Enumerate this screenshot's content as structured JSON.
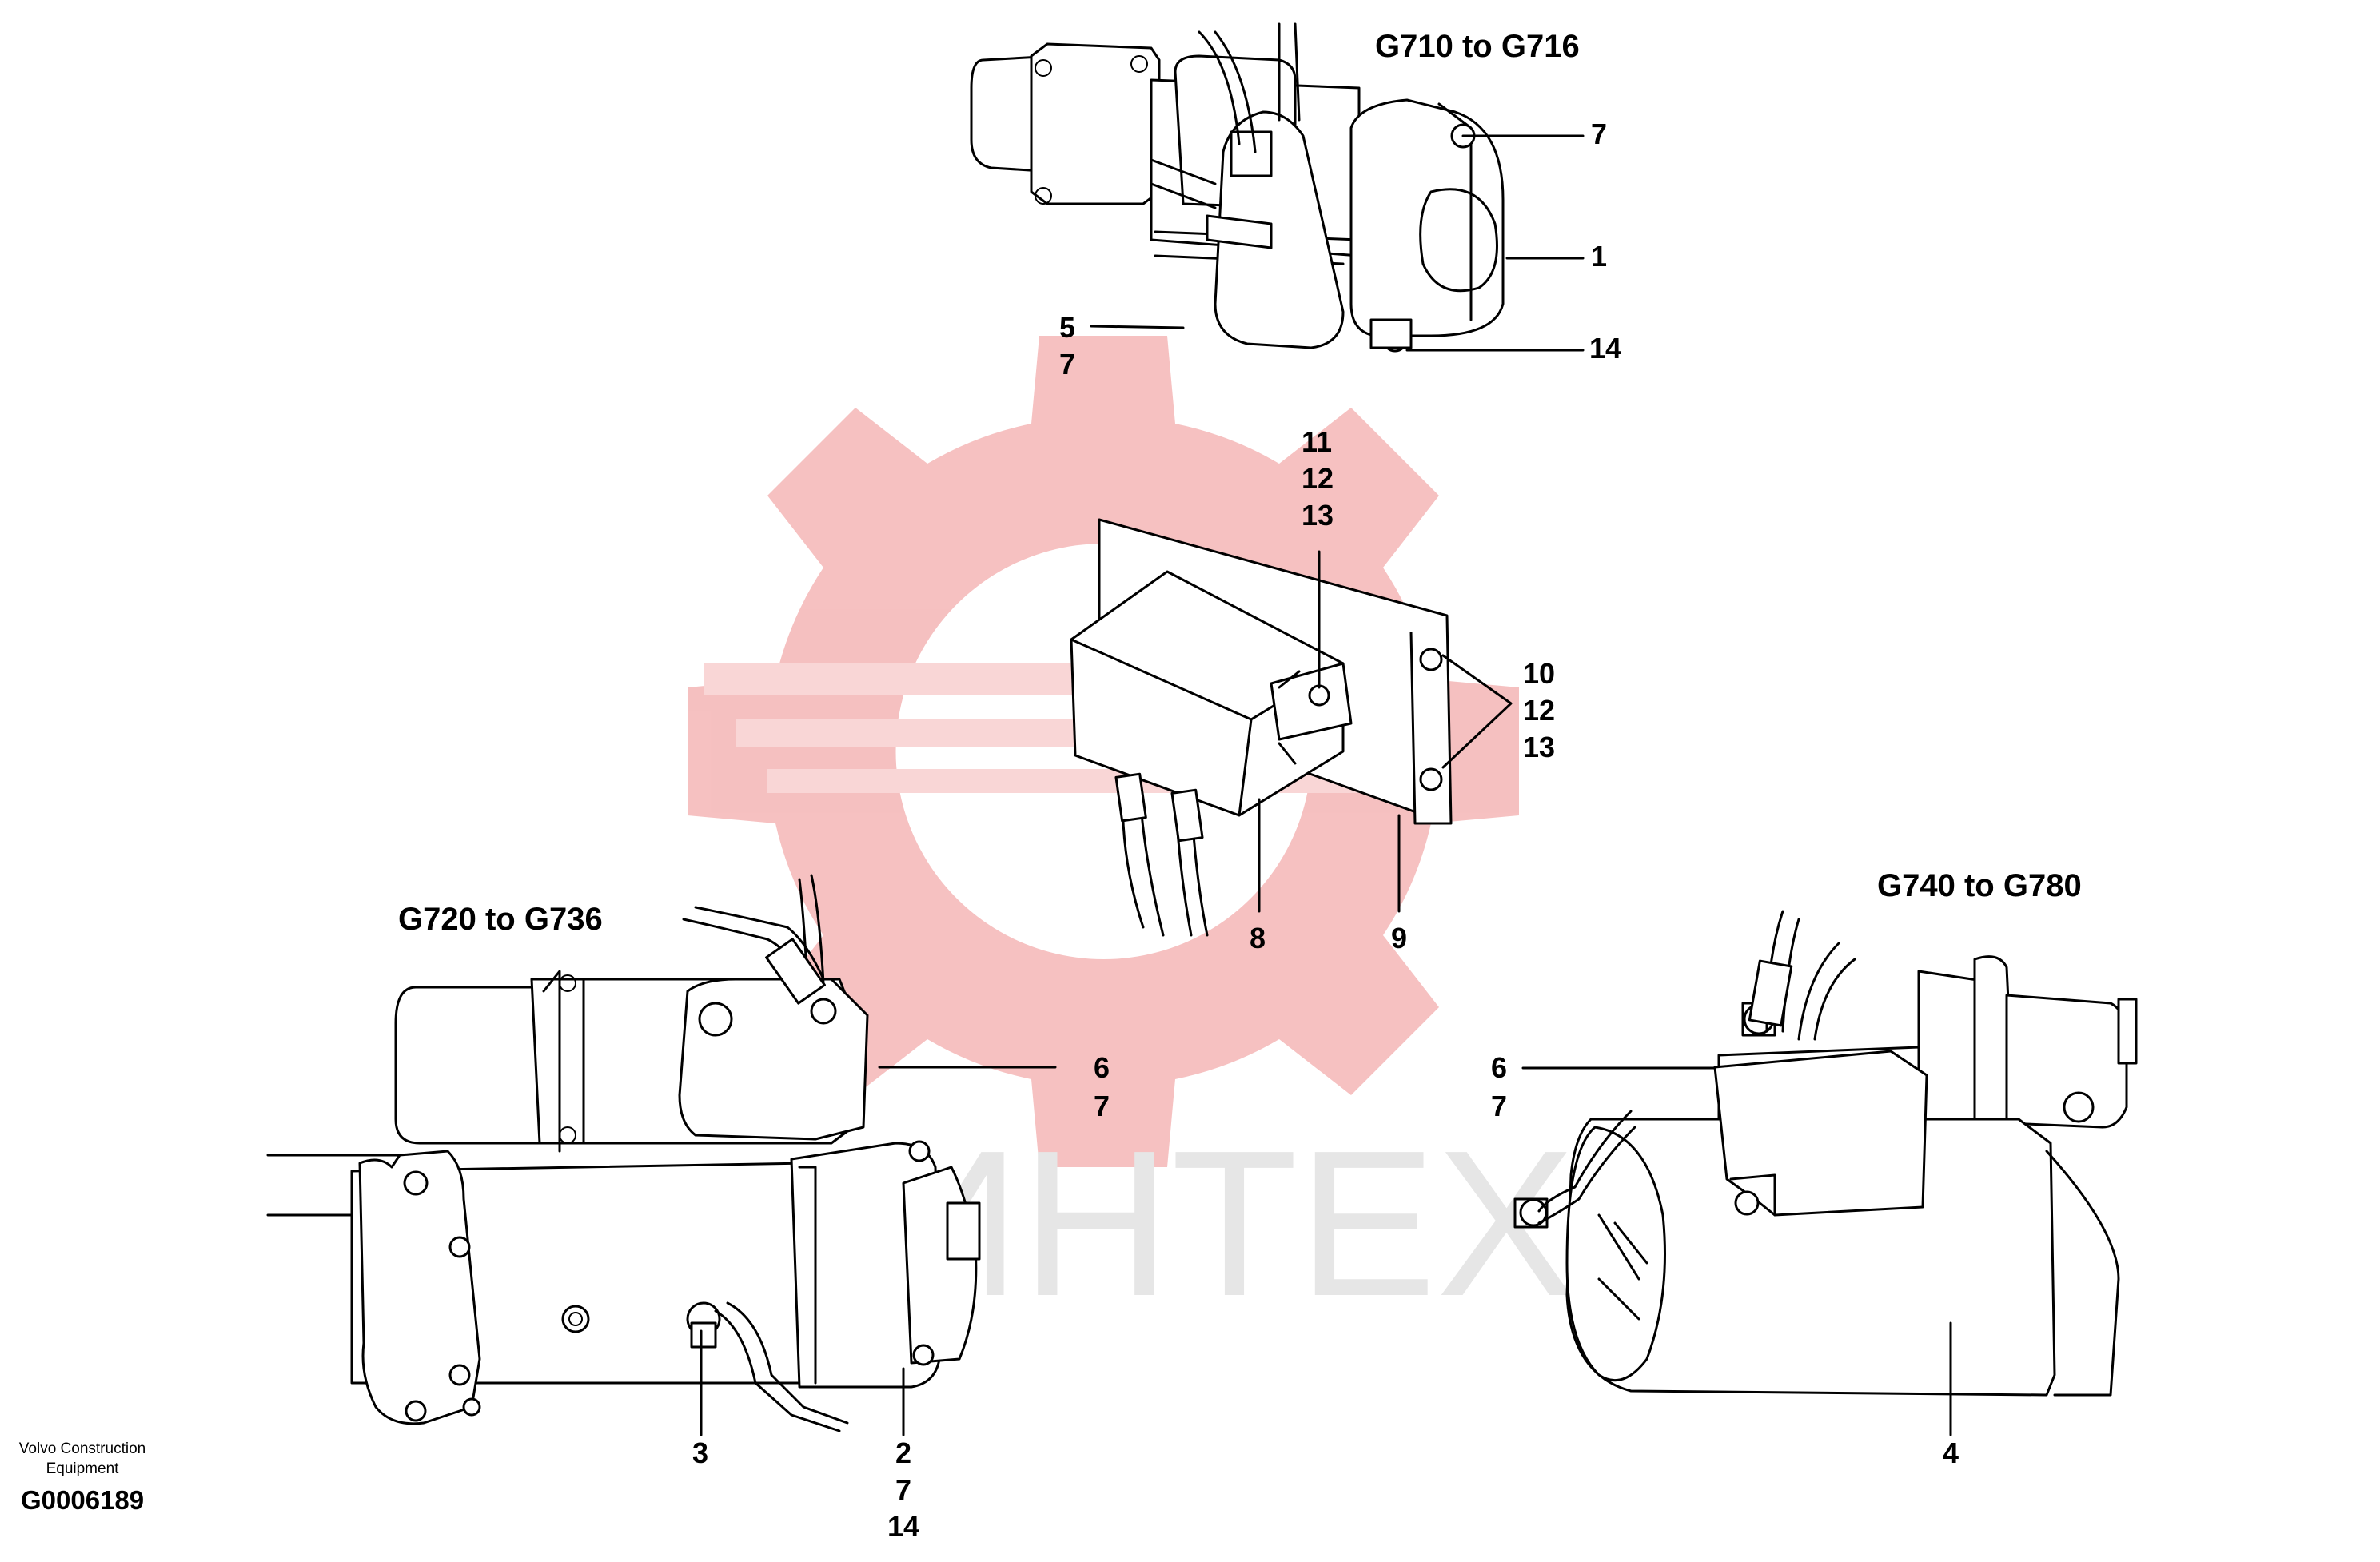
{
  "titles": {
    "top": "G710 to G716",
    "left": "G720 to G736",
    "right": "G740 to G780"
  },
  "callouts": {
    "top_7": "7",
    "top_1": "1",
    "top_5": "5",
    "top_5_7": "7",
    "top_14": "14",
    "mid_11": "11",
    "mid_12": "12",
    "mid_13": "13",
    "mid_10": "10",
    "mid_12b": "12",
    "mid_13b": "13",
    "mid_8": "8",
    "mid_9": "9",
    "left_6": "6",
    "left_7": "7",
    "left_3": "3",
    "left_2": "2",
    "left_2_7": "7",
    "left_2_14": "14",
    "right_6": "6",
    "right_7": "7",
    "right_4": "4"
  },
  "footer": {
    "company": "Volvo Construction Equipment",
    "figure_id": "G0006189"
  },
  "watermark": {
    "text": "ИНТЕХ",
    "color": "#f4b6b6",
    "text_color": "#e6e6e6"
  }
}
